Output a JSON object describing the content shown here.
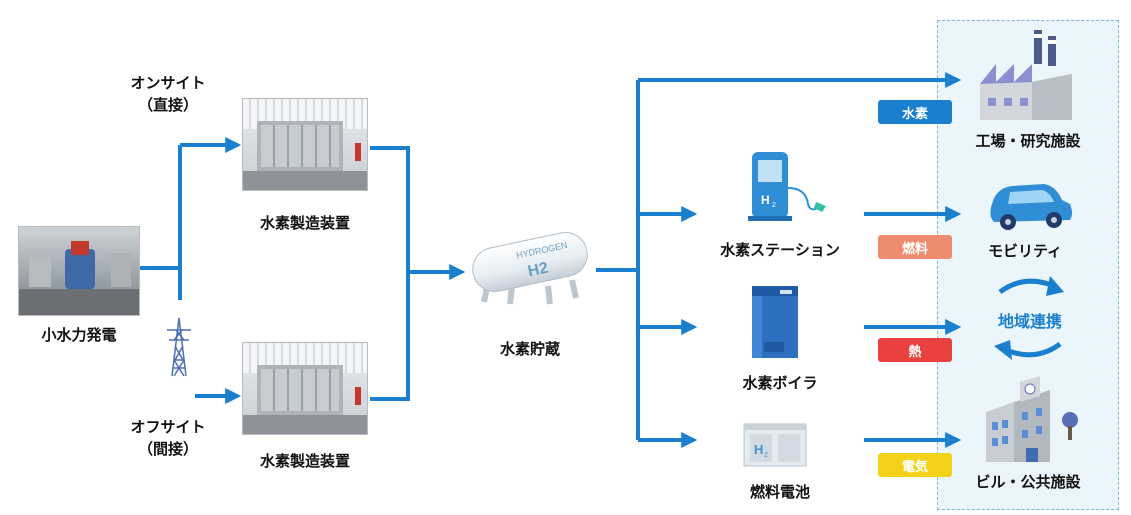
{
  "colors": {
    "arrow": "#1a7fce",
    "panel": "#eaf6fb",
    "tag_hydrogen": "#1a7fce",
    "tag_fuel": "#ef8b6f",
    "tag_heat": "#e8413f",
    "tag_electric": "#f3d21a",
    "regional_text": "#1a7fce"
  },
  "source": {
    "label": "小水力発電",
    "icon": "hydropower-turbine-photo"
  },
  "onsite": {
    "line1": "オンサイト",
    "line2": "（直接）",
    "device_label": "水素製造装置"
  },
  "offsite": {
    "line1": "オフサイト",
    "line2": "（間接）",
    "device_label": "水素製造装置",
    "tower_icon": "power-transmission-tower-icon"
  },
  "storage": {
    "label": "水素貯蔵",
    "tank_text_line1": "HYDROGEN",
    "tank_text_line2": "H2"
  },
  "uses": {
    "station": "水素ステーション",
    "boiler": "水素ボイラ",
    "fuel_cell": "燃料電池"
  },
  "tags": {
    "hydrogen": "水素",
    "fuel": "燃料",
    "heat": "熱",
    "electric": "電気"
  },
  "destinations": {
    "factory": "工場・研究施設",
    "mobility": "モビリティ",
    "regional": "地域連携",
    "building": "ビル・公共施設"
  }
}
